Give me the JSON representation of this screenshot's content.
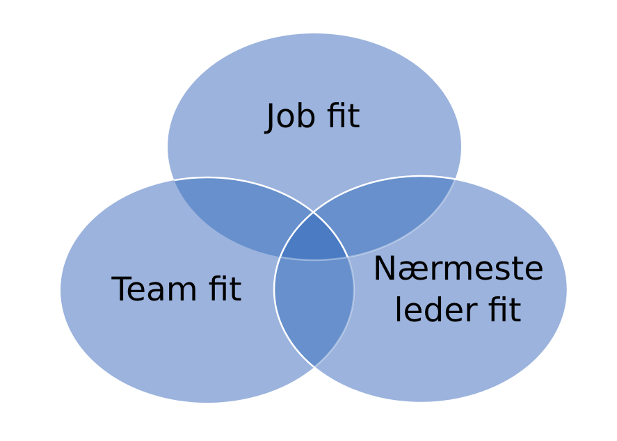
{
  "diagram": {
    "type": "venn",
    "sets": [
      {
        "id": "job",
        "label_lines": [
          "Job fit"
        ]
      },
      {
        "id": "team",
        "label_lines": [
          "Team fit"
        ]
      },
      {
        "id": "leader",
        "label_lines": [
          "Nærmeste",
          "leder fit"
        ]
      }
    ],
    "colors": {
      "base": "#9bb3dd",
      "double_overlap": "#6790cc",
      "triple_overlap": "#4a7bc3",
      "outline": "#ffffff",
      "text": "#000000",
      "background": "#ffffff"
    }
  }
}
